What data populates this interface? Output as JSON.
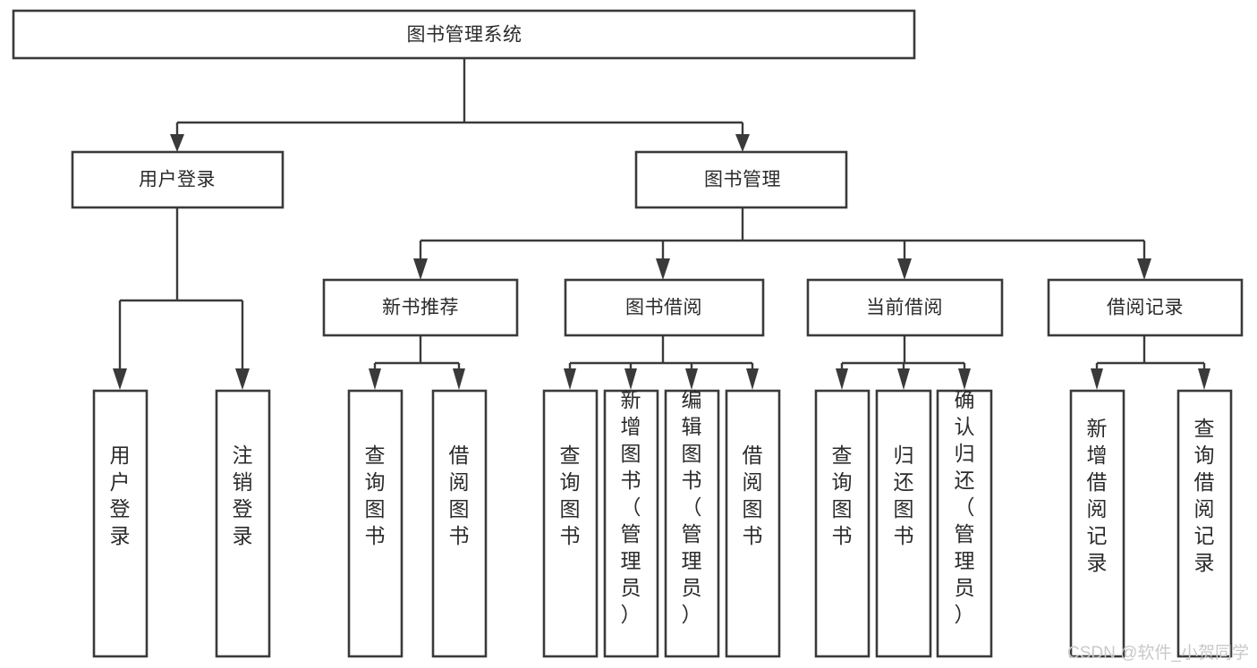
{
  "diagram": {
    "type": "hierarchy-tree",
    "title": "图书管理系统",
    "root": {
      "label": "图书管理系统",
      "orientation": "horizontal"
    },
    "level1": [
      {
        "label": "用户登录",
        "orientation": "horizontal"
      },
      {
        "label": "图书管理",
        "orientation": "horizontal"
      }
    ],
    "level2": [
      {
        "label": "新书推荐",
        "orientation": "horizontal",
        "parent": "图书管理"
      },
      {
        "label": "图书借阅",
        "orientation": "horizontal",
        "parent": "图书管理"
      },
      {
        "label": "当前借阅",
        "orientation": "horizontal",
        "parent": "图书管理"
      },
      {
        "label": "借阅记录",
        "orientation": "horizontal",
        "parent": "图书管理"
      }
    ],
    "leaves": {
      "user_login": [
        {
          "label": "用户登录",
          "orientation": "vertical"
        },
        {
          "label": "注销登录",
          "orientation": "vertical"
        }
      ],
      "new_book_recommend": [
        {
          "label": "查询图书",
          "orientation": "vertical"
        },
        {
          "label": "借阅图书",
          "orientation": "vertical"
        }
      ],
      "book_borrow": [
        {
          "label": "查询图书",
          "orientation": "vertical"
        },
        {
          "label": "新增图书（管理员）",
          "orientation": "vertical"
        },
        {
          "label": "编辑图书（管理员）",
          "orientation": "vertical"
        },
        {
          "label": "借阅图书",
          "orientation": "vertical"
        }
      ],
      "current_borrow": [
        {
          "label": "查询图书",
          "orientation": "vertical"
        },
        {
          "label": "归还图书",
          "orientation": "vertical"
        },
        {
          "label": "确认归还（管理员）",
          "orientation": "vertical"
        }
      ],
      "borrow_record": [
        {
          "label": "新增借阅记录",
          "orientation": "vertical"
        },
        {
          "label": "查询借阅记录",
          "orientation": "vertical"
        }
      ]
    },
    "colors": {
      "box_stroke": "#3a3a3a",
      "box_fill": "#ffffff",
      "text": "#2b2b2b",
      "connector": "#3a3a3a",
      "watermark": "#c9c9c9",
      "background": "#ffffff"
    }
  },
  "watermark": {
    "text": "CSDN @软件_小贺同学"
  }
}
